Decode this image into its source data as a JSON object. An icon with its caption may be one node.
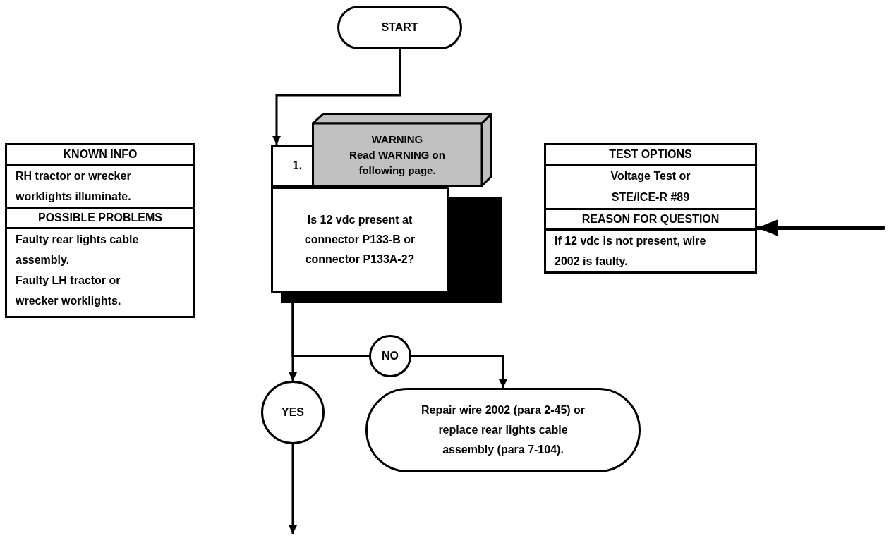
{
  "diagram": {
    "nodes": [
      {
        "text": [
          "START"
        ]
      },
      {
        "text": [
          "1.",
          "Is 12 vdc present at connector P133-B or connector P133A-2?"
        ]
      },
      {
        "text": [
          "WARNING",
          "Read WARNING on following page."
        ]
      },
      {
        "text": [
          "KNOWN INFO",
          "RH tractor or wrecker worklights illuminate.",
          "POSSIBLE PROBLEMS",
          "Faulty rear lights cable assembly.",
          "Faulty LH tractor or wrecker worklights."
        ]
      },
      {
        "text": [
          "TEST OPTIONS",
          "Voltage Test or STE/ICE-R #89",
          "REASON FOR QUESTION",
          "If 12 vdc is not present, wire 2002 is faulty."
        ]
      },
      {
        "text": [
          "NO"
        ]
      },
      {
        "text": [
          "Repair wire 2002 (para 2-45) or replace rear lights cable assembly (para 7-104)."
        ]
      },
      {
        "text": [
          "YES"
        ]
      }
    ],
    "edges": [
      {
        "from": 0,
        "to": 1,
        "arrow": "to"
      },
      {
        "from": 1,
        "to": 5,
        "arrow": "none"
      },
      {
        "from": 5,
        "to": 6,
        "arrow": "to"
      },
      {
        "from": 1,
        "to": 7,
        "arrow": "to"
      },
      {
        "from": 7,
        "to": null,
        "arrow": "to"
      },
      {
        "from": null,
        "to": 4,
        "arrow": "to",
        "style": "thick"
      }
    ]
  }
}
